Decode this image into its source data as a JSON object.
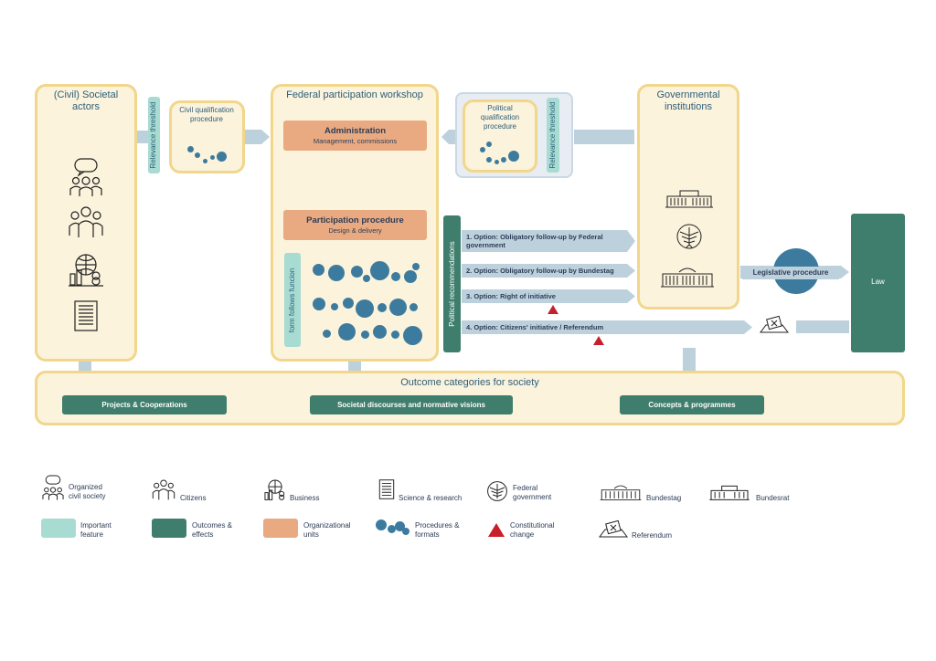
{
  "panels": {
    "civil_actors": "(Civil) Societal actors",
    "civil_qualification": "Civil qualification procedure",
    "federal_workshop": "Federal participation workshop",
    "political_qualification": "Political qualification procedure",
    "governmental": "Governmental institutions",
    "relevance_threshold": "Relevance threshold",
    "form_follows": "form follows funcion",
    "political_recommendations": "Political recommendations"
  },
  "administration": {
    "title": "Administration",
    "subtitle": "Management, commissions"
  },
  "participation": {
    "title": "Participation procedure",
    "subtitle": "Design & delivery"
  },
  "options": [
    "1. Option: Obligatory follow-up by Federal government",
    "2. Option: Obligatory follow-up by Bundestag",
    "3. Option: Right of initiative",
    "4. Option: Citizens' initiative / Referendum"
  ],
  "legislative": "Legislative procedure",
  "law": "Law",
  "outcome": {
    "title": "Outcome categories for society",
    "items": [
      "Projects & Cooperations",
      "Societal discourses and normative visions",
      "Concepts & programmes"
    ]
  },
  "legend": {
    "organized_civil": "Organized civil society",
    "citizens": "Citizens",
    "business": "Business",
    "science": "Science & research",
    "federal_gov": "Federal government",
    "bundestag": "Bundestag",
    "bundesrat": "Bundesrat",
    "important": "Important feature",
    "outcomes": "Outcomes & effects",
    "org_units": "Organizational units",
    "procedures": "Procedures & formats",
    "constitutional": "Constitutional change",
    "referendum": "Referendum"
  },
  "colors": {
    "panel_fill": "#fbf3dc",
    "panel_border": "#f1d68b",
    "teal": "#a8dcd2",
    "green": "#3f7e6c",
    "orange": "#e9aa82",
    "arrow": "#bdd1dd",
    "dot": "#3d7b9e",
    "red": "#c8202b"
  },
  "icons": [
    "speech-bubble-group-icon",
    "citizens-icon",
    "business-icon",
    "document-icon",
    "eagle-icon",
    "bundestag-icon",
    "bundesrat-icon",
    "ballot-icon",
    "constitutional-change-icon"
  ]
}
